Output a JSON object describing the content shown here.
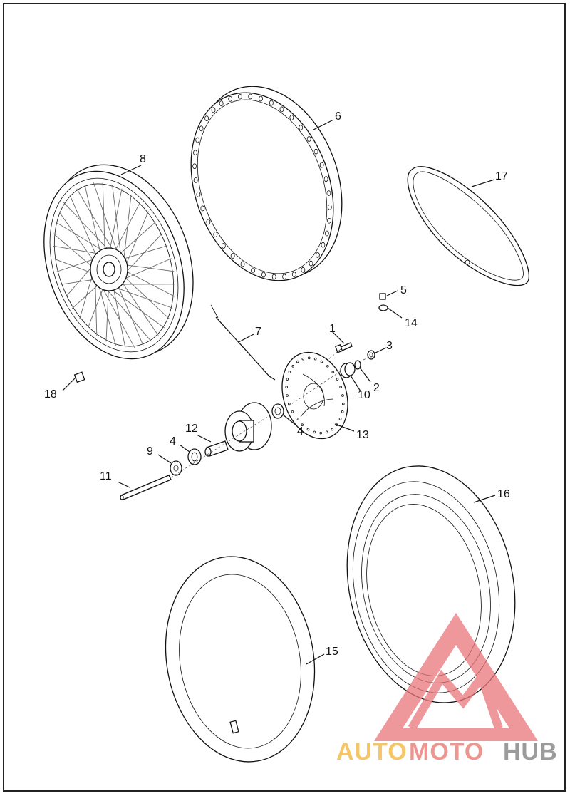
{
  "diagram": {
    "callouts": [
      {
        "id": "c1",
        "text": "1"
      },
      {
        "id": "c2",
        "text": "2"
      },
      {
        "id": "c3",
        "text": "3"
      },
      {
        "id": "c4a",
        "text": "4"
      },
      {
        "id": "c4b",
        "text": "4"
      },
      {
        "id": "c5",
        "text": "5"
      },
      {
        "id": "c6",
        "text": "6"
      },
      {
        "id": "c7",
        "text": "7"
      },
      {
        "id": "c8",
        "text": "8"
      },
      {
        "id": "c9",
        "text": "9"
      },
      {
        "id": "c10",
        "text": "10"
      },
      {
        "id": "c11",
        "text": "11"
      },
      {
        "id": "c12",
        "text": "12"
      },
      {
        "id": "c13",
        "text": "13"
      },
      {
        "id": "c14",
        "text": "14"
      },
      {
        "id": "c15",
        "text": "15"
      },
      {
        "id": "c16",
        "text": "16"
      },
      {
        "id": "c17",
        "text": "17"
      },
      {
        "id": "c18",
        "text": "18"
      }
    ]
  },
  "watermark": {
    "part1": "AUTO",
    "part2": "MOTO",
    "part3": "HUB",
    "colors": {
      "auto": "#f2b233",
      "moto": "#e8736b",
      "hub": "#7a7a7a",
      "triangle": "#e9767a"
    }
  }
}
